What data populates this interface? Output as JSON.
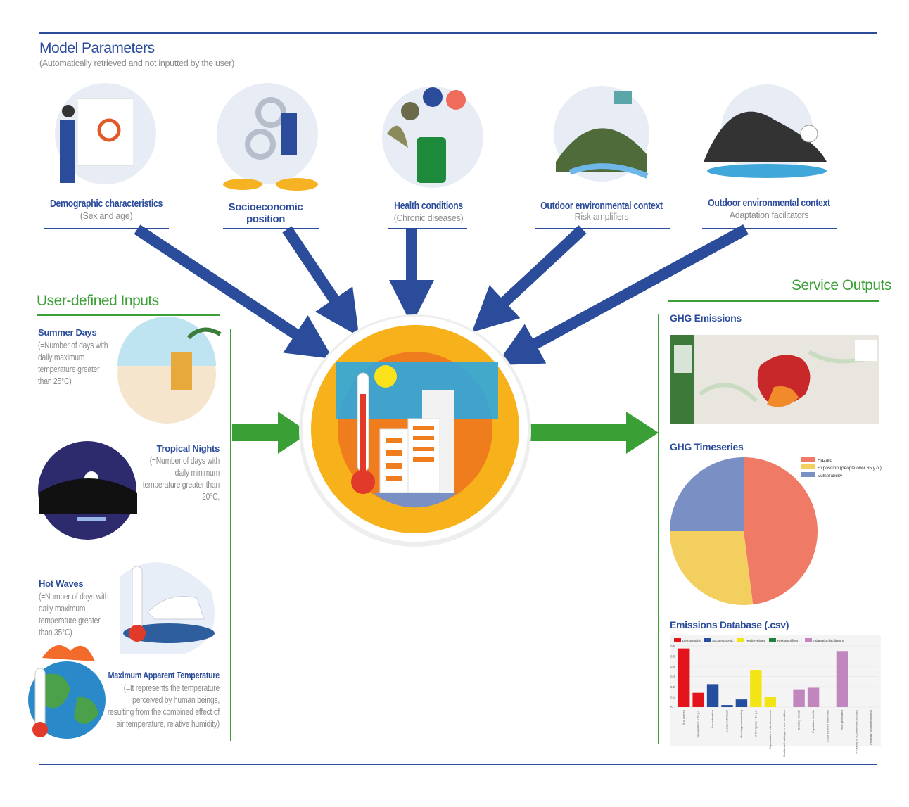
{
  "model_parameters": {
    "title": "Model Parameters",
    "subtitle": "(Automatically retrieved and not inputted by the user)",
    "items": [
      {
        "label": "Demographic characteristics",
        "sub": "(Sex and age)"
      },
      {
        "label": "Socioeconomic position",
        "sub": ""
      },
      {
        "label": "Health conditions",
        "sub": "(Chronic diseases)"
      },
      {
        "label": "Outdoor environmental context",
        "sub": "Risk amplifiers"
      },
      {
        "label": "Outdoor environmental context",
        "sub": "Adaptation facilitators"
      }
    ]
  },
  "inputs": {
    "title": "User-defined Inputs",
    "items": [
      {
        "label": "Summer Days",
        "desc": "(=Number of days with daily maximum temperature greater than 25°C)"
      },
      {
        "label": "Tropical Nights",
        "desc": "(=Number of days with daily minimum temperature greater than 20°C."
      },
      {
        "label": "Hot Waves",
        "desc": "(=Number of days with daily maximum temperature greater than 35°C)"
      },
      {
        "label": "Maximum Apparent Temperature",
        "desc": "(=It represents the temperature perceived by human beings, resulting from the combined effect of air temperature, relative humidity)"
      }
    ]
  },
  "outputs": {
    "title": "Service Outputs",
    "items": [
      {
        "label": "GHG Emissions"
      },
      {
        "label": "GHG Timeseries"
      },
      {
        "label": "Emissions Database (.csv)"
      }
    ]
  },
  "colors": {
    "blue": "#2b4c9b",
    "green": "#3aa035",
    "orange": "#f7b21b"
  },
  "chart_data": [
    {
      "type": "pie",
      "labels": [
        "Hazard",
        "Exposition (people over 65 y.o.)",
        "Vulnerability"
      ],
      "values": [
        48,
        27,
        25
      ],
      "colors": [
        "#ef7b67",
        "#f3cf60",
        "#7a90c4"
      ]
    },
    {
      "type": "bar",
      "legend": [
        "Demographic",
        "Socioeconomic",
        "Health-related",
        "Risk amplifiers",
        "Adaptation facilitators"
      ],
      "legend_colors": [
        "#e3141b",
        "#244f9e",
        "#f3e514",
        "#23813a",
        "#c086bd"
      ],
      "categories": [
        "% of women",
        "% population > 65 y.o.",
        "Low education",
        "Lonely individuals",
        "Housing overcrowding",
        "% foreigners > 65 y.o.",
        "% population + chronic disease",
        "Residential buildings in poor condition",
        "Building density",
        "Population density",
        "Distance from waterways",
        "% of green area",
        "Proximity to social welfare facilities",
        "Proximity to climate shelters"
      ],
      "groups": [
        0,
        0,
        1,
        1,
        1,
        2,
        2,
        3,
        4,
        4,
        4,
        4,
        4,
        4
      ],
      "values": [
        0.575,
        0.14,
        0.225,
        0.02,
        0.075,
        0.365,
        0.1,
        0,
        0.175,
        0.19,
        0,
        0.55,
        0,
        0
      ],
      "ylim": [
        0,
        0.6
      ],
      "yticks": [
        "0",
        "0.1",
        "0.2",
        "0.3",
        "0.4",
        "0.5",
        "0.6"
      ]
    }
  ]
}
